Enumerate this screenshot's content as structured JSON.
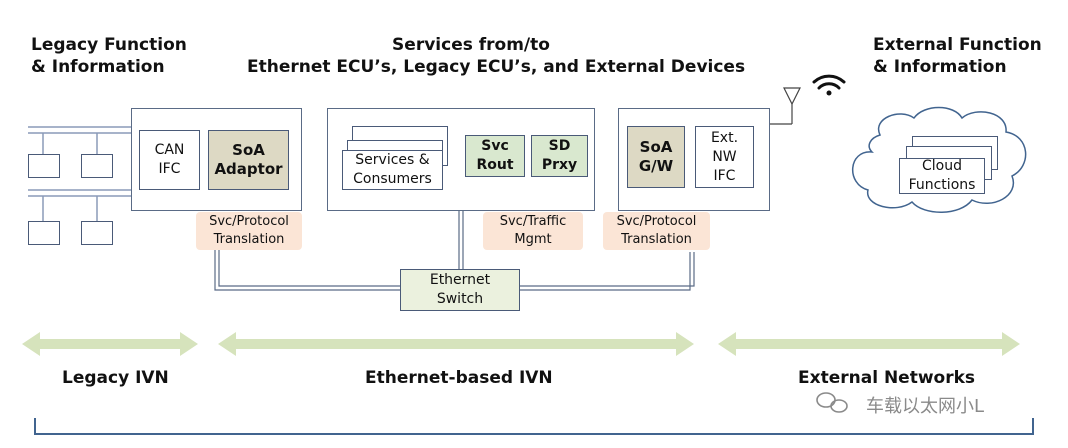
{
  "titles": {
    "legacy": "Legacy Function\n& Information",
    "services": "Services from/to\nEthernet ECU’s, Legacy ECU’s, and External Devices",
    "external": "External Function\n& Information"
  },
  "legacy_box": {
    "can_ifc": "CAN\nIFC",
    "soa_adaptor": "SoA\nAdaptor"
  },
  "center_box": {
    "services": "Services &\nConsumers",
    "svc_rout": "Svc\nRout",
    "sd_prxy": "SD\nPrxy"
  },
  "right_box": {
    "soa_gw": "SoA\nG/W",
    "ext_nw": "Ext.\nNW\nIFC"
  },
  "cloud": {
    "label": "Cloud\nFunctions"
  },
  "pills": {
    "left": "Svc/Protocol\nTranslation",
    "center": "Svc/Traffic\nMgmt",
    "right": "Svc/Protocol\nTranslation"
  },
  "switch": {
    "label": "Ethernet\nSwitch"
  },
  "networks": {
    "legacy": "Legacy IVN",
    "ethernet": "Ethernet-based IVN",
    "external": "External Networks"
  },
  "watermark": "车载以太网小L",
  "colors": {
    "border": "#5a6b86",
    "tan": "#ddd9c4",
    "green": "#d9e8cf",
    "pill": "#fbe5d6",
    "arrow": "#d6e3bc",
    "bracket": "#41648f"
  }
}
